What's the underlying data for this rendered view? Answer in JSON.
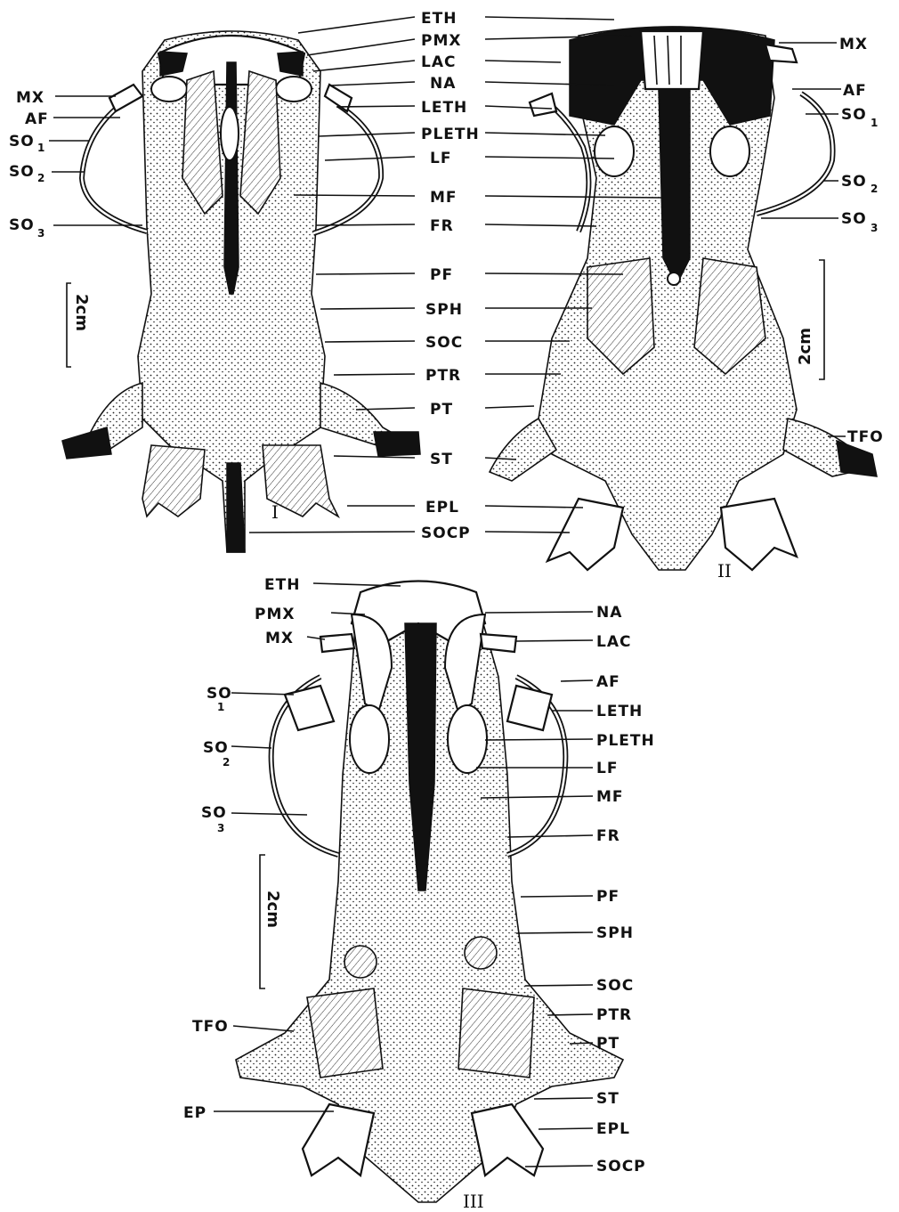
{
  "figure_I": {
    "numeral": "I",
    "scale_label": "2cm",
    "labels": {
      "eth": "ETH",
      "pmx": "PMX",
      "lac": "LAC",
      "na": "NA",
      "leth": "LETH",
      "pleth": "PLETH",
      "lf": "LF",
      "mf": "MF",
      "fr": "FR",
      "pf": "PF",
      "sph": "SPH",
      "soc": "SOC",
      "ptr": "PTR",
      "pt": "PT",
      "st": "ST",
      "epl": "EPL",
      "socp": "SOCP",
      "mx": "MX",
      "af": "AF",
      "so1": "SO",
      "so2": "SO",
      "so3": "SO",
      "sub1": "1",
      "sub2": "2",
      "sub3": "3"
    }
  },
  "figure_II": {
    "numeral": "II",
    "scale_label": "2cm",
    "labels": {
      "mx": "MX",
      "af": "AF",
      "so1": "SO",
      "so2": "SO",
      "so3": "SO",
      "tfo": "TFO",
      "sub1": "1",
      "sub2": "2",
      "sub3": "3"
    }
  },
  "figure_III": {
    "numeral": "III",
    "scale_label": "2cm",
    "labels": {
      "eth": "ETH",
      "pmx": "PMX",
      "mx": "MX",
      "so1": "SO",
      "so2": "SO",
      "so3": "SO",
      "tfo": "TFO",
      "ep": "EP",
      "na": "NA",
      "lac": "LAC",
      "af": "AF",
      "leth": "LETH",
      "pleth": "PLETH",
      "lf": "LF",
      "mf": "MF",
      "fr": "FR",
      "pf": "PF",
      "sph": "SPH",
      "soc": "SOC",
      "ptr": "PTR",
      "pt": "PT",
      "st": "ST",
      "epl": "EPL",
      "socp": "SOCP",
      "sub1": "1",
      "sub2": "2",
      "sub3": "3"
    }
  }
}
